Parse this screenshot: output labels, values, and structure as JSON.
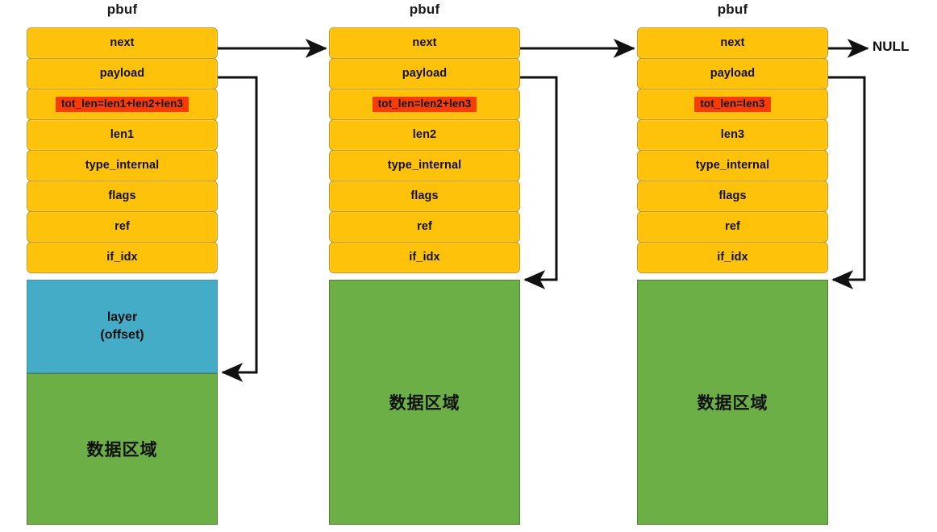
{
  "diagram": {
    "title_label": "pbuf",
    "null_label": "NULL",
    "colors": {
      "field_fill": "#FFC20A",
      "field_border": "#C8960C",
      "highlight_fill": "#F93C06",
      "layer_fill": "#45ACC8",
      "data_fill": "#6CAF47",
      "wire": "#111111",
      "text": "#111111",
      "background": "#FFFFFF"
    },
    "columns": [
      {
        "title": "pbuf",
        "fields": [
          {
            "label": "next",
            "highlight": false
          },
          {
            "label": "payload",
            "highlight": false
          },
          {
            "label": "tot_len=len1+len2+len3",
            "highlight": true
          },
          {
            "label": "len1",
            "highlight": false
          },
          {
            "label": "type_internal",
            "highlight": false
          },
          {
            "label": "flags",
            "highlight": false
          },
          {
            "label": "ref",
            "highlight": false
          },
          {
            "label": "if_idx",
            "highlight": false
          }
        ],
        "layer": {
          "line1": "layer",
          "line2": "(offset)"
        },
        "data_region": "数据区域"
      },
      {
        "title": "pbuf",
        "fields": [
          {
            "label": "next",
            "highlight": false
          },
          {
            "label": "payload",
            "highlight": false
          },
          {
            "label": "tot_len=len2+len3",
            "highlight": true
          },
          {
            "label": "len2",
            "highlight": false
          },
          {
            "label": "type_internal",
            "highlight": false
          },
          {
            "label": "flags",
            "highlight": false
          },
          {
            "label": "ref",
            "highlight": false
          },
          {
            "label": "if_idx",
            "highlight": false
          }
        ],
        "layer": null,
        "data_region": "数据区域"
      },
      {
        "title": "pbuf",
        "fields": [
          {
            "label": "next",
            "highlight": false
          },
          {
            "label": "payload",
            "highlight": false
          },
          {
            "label": "tot_len=len3",
            "highlight": true
          },
          {
            "label": "len3",
            "highlight": false
          },
          {
            "label": "type_internal",
            "highlight": false
          },
          {
            "label": "flags",
            "highlight": false
          },
          {
            "label": "ref",
            "highlight": false
          },
          {
            "label": "if_idx",
            "highlight": false
          }
        ],
        "layer": null,
        "data_region": "数据区域"
      }
    ]
  }
}
